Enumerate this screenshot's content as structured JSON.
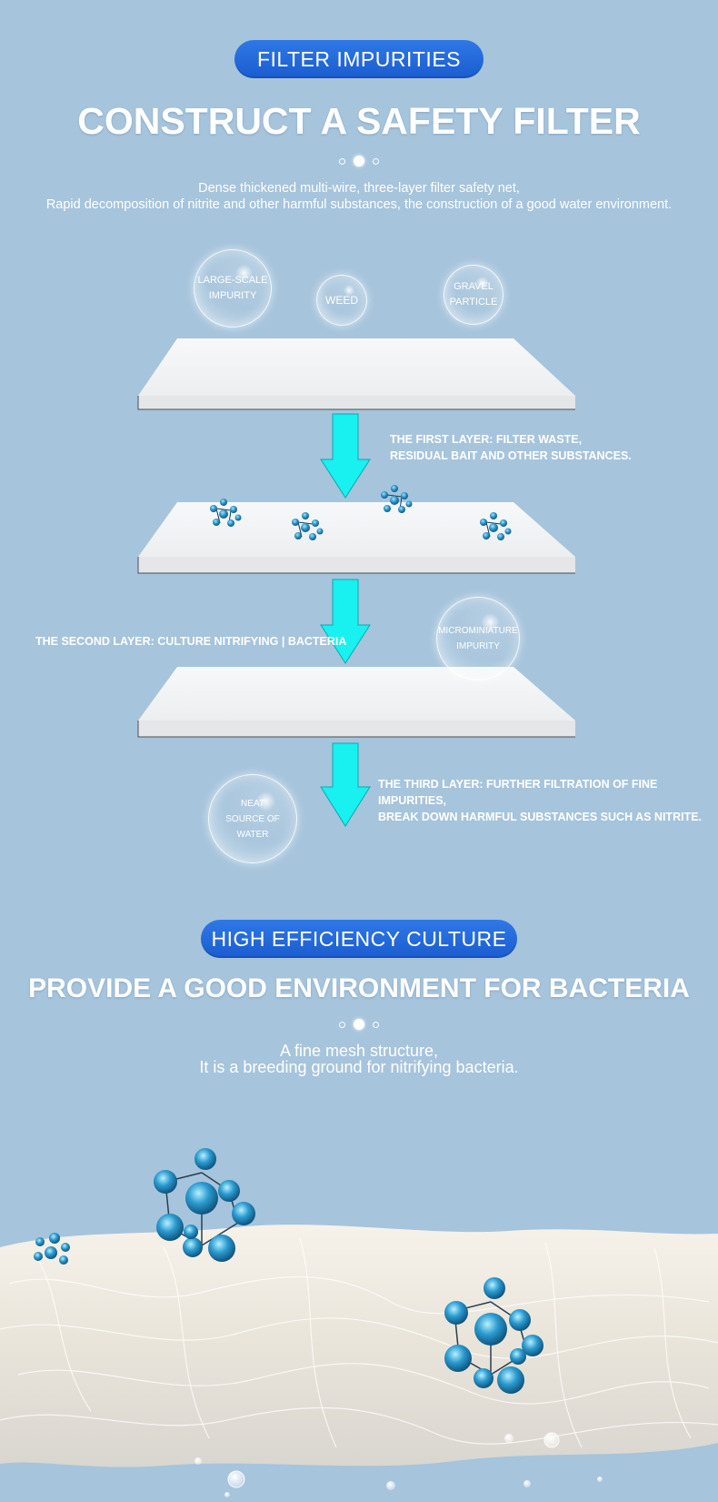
{
  "section1": {
    "pill": "FILTER IMPURITIES",
    "title": "CONSTRUCT A SAFETY FILTER",
    "description_line1": "Dense thickened multi-wire, three-layer filter safety net,",
    "description_line2": "Rapid decomposition of nitrite and other harmful substances, the construction of a good water environment.",
    "bubbles": {
      "large_scale": "LARGE-SCALE\nIMPURITY",
      "weed": "WEED",
      "gravel": "GRAVEL\nPARTICLE",
      "micro": "MICROMINIATURE\nIMPURITY",
      "neat": "NEAT\nSOURCE OF WATER"
    },
    "layers": {
      "first": "THE FIRST LAYER: FILTER WASTE,\nRESIDUAL BAIT AND OTHER SUBSTANCES.",
      "second": "THE SECOND LAYER: CULTURE NITRIFYING | BACTERIA",
      "third": "THE THIRD LAYER: FURTHER FILTRATION OF FINE IMPURITIES,\nBREAK DOWN HARMFUL SUBSTANCES SUCH AS NITRITE."
    }
  },
  "section2": {
    "pill": "HIGH EFFICIENCY CULTURE",
    "title": "PROVIDE A GOOD ENVIRONMENT FOR BACTERIA",
    "description_line1": "A fine mesh structure,",
    "description_line2": "It is a breeding ground for nitrifying bacteria."
  },
  "colors": {
    "background": "#a6c4dc",
    "pill": "#1f64d8",
    "arrow": "#19f0f0",
    "filter_sheet": "#f4f5f6"
  }
}
